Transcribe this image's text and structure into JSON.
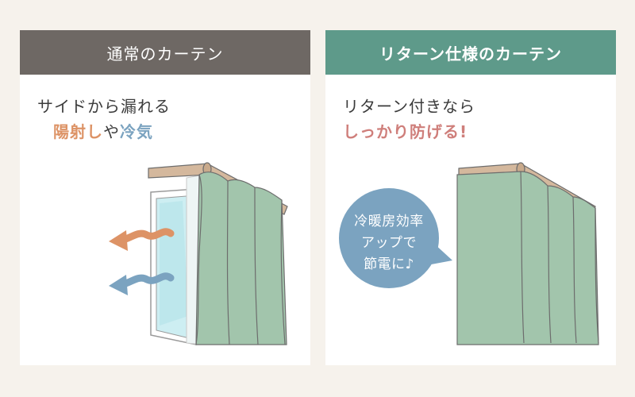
{
  "left_panel": {
    "header": "通常のカーテン",
    "line1": "サイドから漏れる",
    "line2_part1": "陽射し",
    "line2_part2": "や",
    "line2_part3": "冷気"
  },
  "right_panel": {
    "header": "リターン仕様のカーテン",
    "line1": "リターン付きなら",
    "line2": "しっかり防げる!",
    "bubble_line1": "冷暖房効率",
    "bubble_line2": "アップで",
    "bubble_line3": "節電に♪"
  },
  "colors": {
    "background": "#f6f2ec",
    "left_header": "#6e6864",
    "right_header": "#5e9a8a",
    "curtain": "#a2c5ac",
    "rod": "#d4b89d",
    "sun_accent": "#dd9366",
    "cold_accent": "#7ba3c0",
    "red_accent": "#cf7f7b",
    "bubble": "#7ba3c0"
  }
}
